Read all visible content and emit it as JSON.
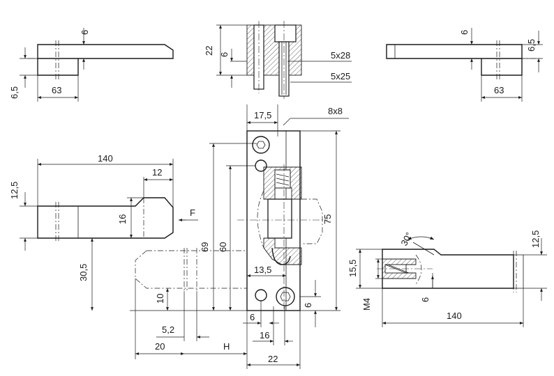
{
  "labels": {
    "d_6_top": "6",
    "d_6_5_left": "6,5",
    "d_63_left": "63",
    "d_22_top": "22",
    "d_6_sec": "6",
    "screw_5x28": "5x28",
    "screw_5x25": "5x25",
    "d_6_right": "6",
    "d_6_5_right": "6,5",
    "d_63_right": "63",
    "d_17_5": "17,5",
    "key_8x8": "8x8",
    "d_140_left": "140",
    "d_12": "12",
    "d_12_5_left": "12,5",
    "d_16": "16",
    "force_F": "F",
    "d_30_5": "30,5",
    "d_69": "69",
    "d_60": "60",
    "d_75": "75",
    "d_13_5": "13,5",
    "d_10": "10",
    "d_6_bottom_right": "6",
    "d_6_bottom": "6",
    "d_16_bottom": "16",
    "d_5_2": "5,2",
    "d_20": "20",
    "stroke_H": "H",
    "d_22_bottom": "22",
    "angle_30": "30°",
    "d_12_5_right": "12,5",
    "d_15_5": "15,5",
    "thread_M4": "M4",
    "d_6_right_bottom": "6",
    "d_140_right": "140"
  }
}
